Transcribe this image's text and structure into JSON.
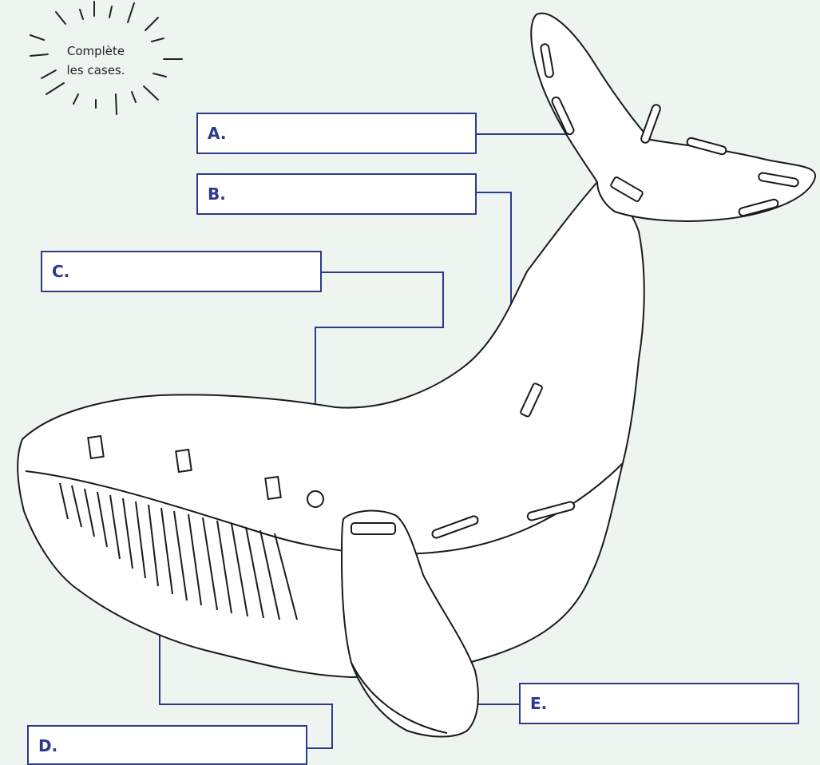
{
  "instruction": {
    "line1": "Complète",
    "line2": "les cases."
  },
  "labels": [
    {
      "letter": "A."
    },
    {
      "letter": "B."
    },
    {
      "letter": "C."
    },
    {
      "letter": "D."
    },
    {
      "letter": "E."
    }
  ],
  "colors": {
    "background": "#eef5f0",
    "accent": "#2b3a8c",
    "outline": "#1a1a1a",
    "fill": "#ffffff"
  },
  "icons": [
    "whale-illustration",
    "sunburst-icon"
  ]
}
